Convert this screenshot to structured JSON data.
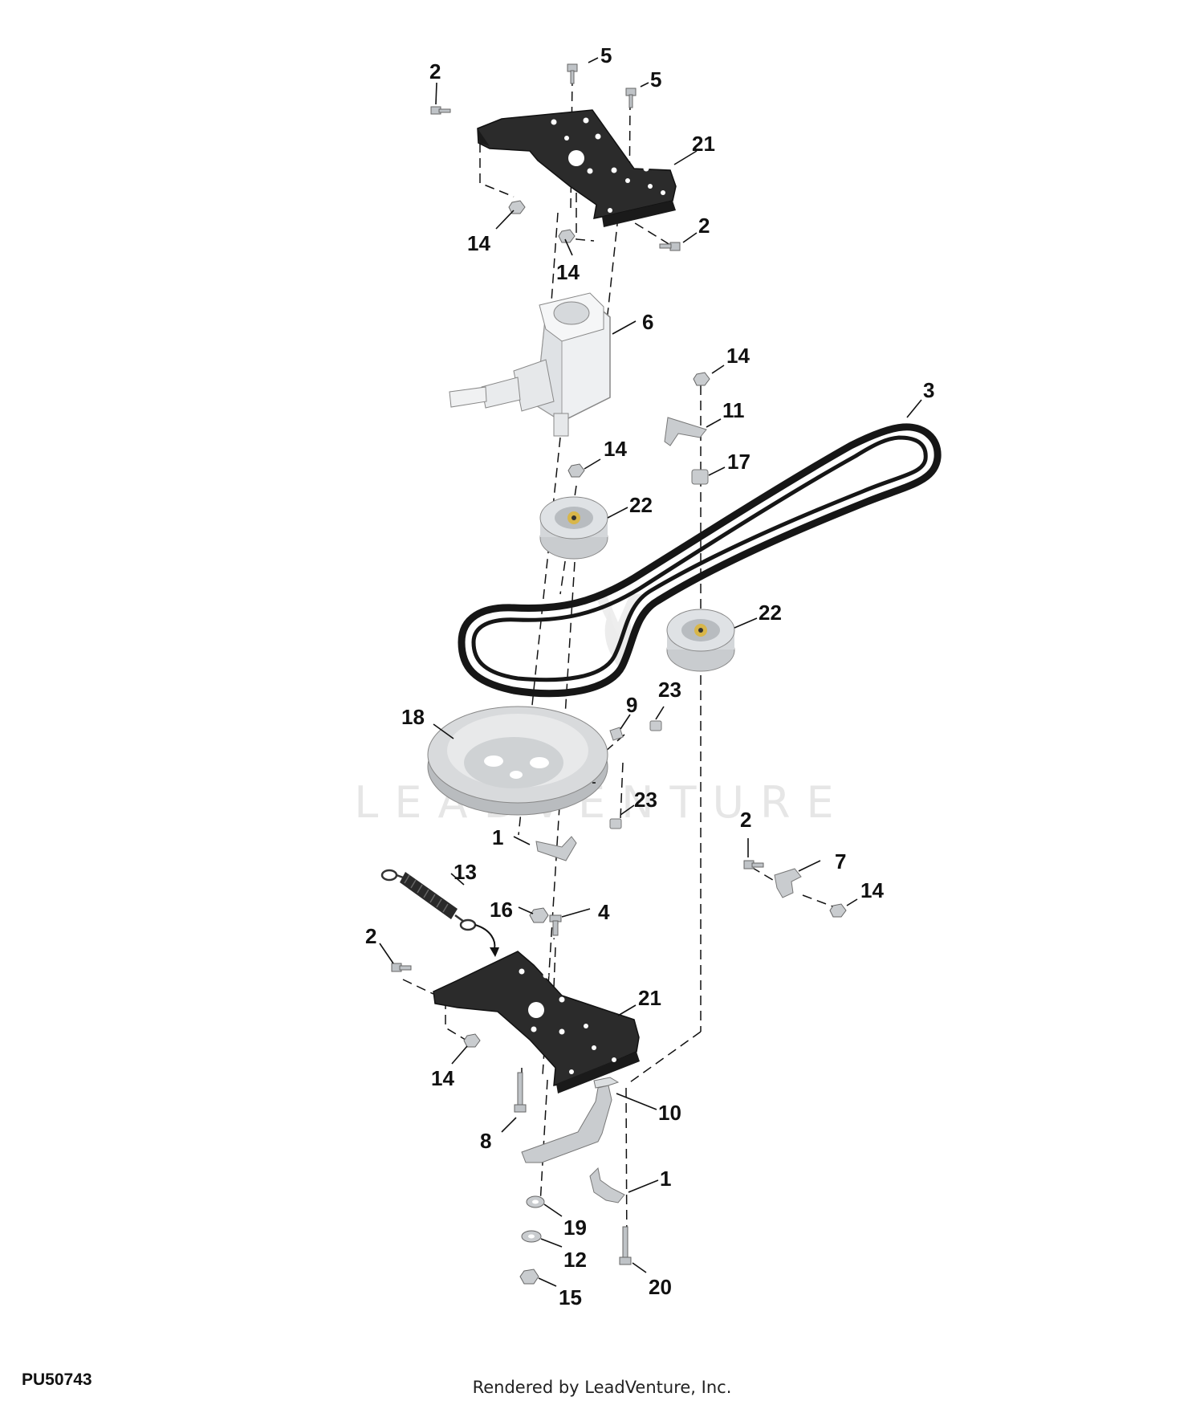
{
  "figure_code": "PU50743",
  "render_credit": "Rendered by LeadVenture, Inc.",
  "watermark": "LEADVENTURE",
  "colors": {
    "bracket": "#2b2b2b",
    "belt": "#161616",
    "pulley": "#c9cccf",
    "gearbox": "#eef0f2",
    "hardware": "#bfc3c7",
    "bearing": "#d8b64a"
  },
  "callouts": {
    "c5a": "5",
    "c5b": "5",
    "c2a": "2",
    "c21a": "21",
    "c2b": "2",
    "c14a": "14",
    "c14b": "14",
    "c6": "6",
    "c14c": "14",
    "c3": "3",
    "c11": "11",
    "c14d": "14",
    "c17": "17",
    "c22a": "22",
    "c22b": "22",
    "c18": "18",
    "c9": "9",
    "c23a": "23",
    "c23b": "23",
    "c1a": "1",
    "c2c": "2",
    "c7": "7",
    "c14e": "14",
    "c13": "13",
    "c16": "16",
    "c4": "4",
    "c2d": "2",
    "c21b": "21",
    "c14f": "14",
    "c8": "8",
    "c10": "10",
    "c1b": "1",
    "c19": "19",
    "c12": "12",
    "c15": "15",
    "c20": "20"
  }
}
